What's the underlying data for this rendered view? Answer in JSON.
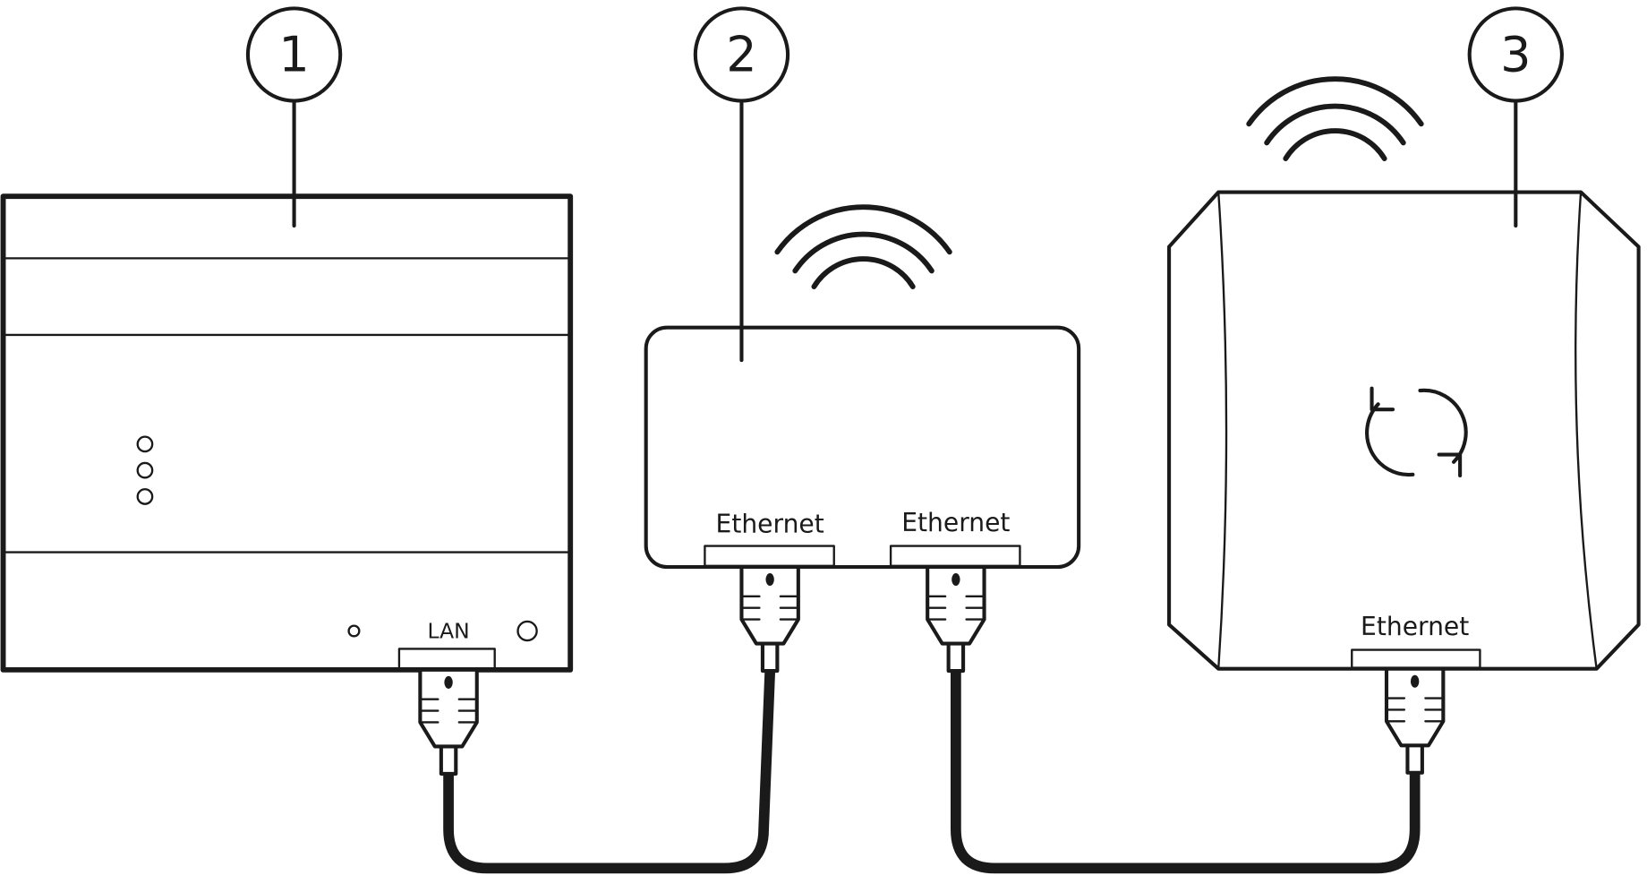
{
  "callouts": [
    "1",
    "2",
    "3"
  ],
  "device1": {
    "port_label": "LAN"
  },
  "device2": {
    "port_labels": [
      "Ethernet",
      "Ethernet"
    ]
  },
  "device3": {
    "port_label": "Ethernet",
    "icon": "refresh-icon"
  },
  "colors": {
    "stroke": "#1a1a1a",
    "background": "#ffffff"
  }
}
